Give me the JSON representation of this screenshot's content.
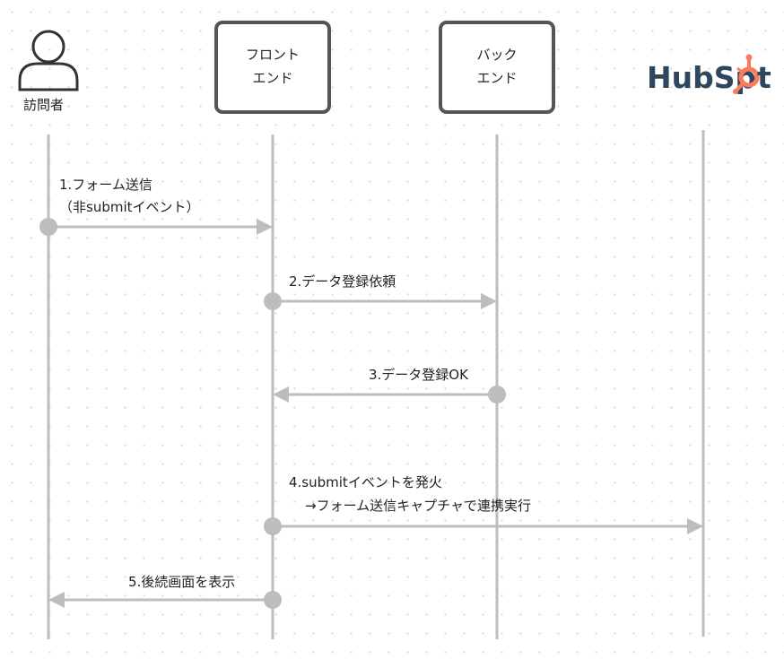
{
  "participants": {
    "visitor": {
      "label": "訪問者"
    },
    "frontend": {
      "line1": "フロント",
      "line2": "エンド"
    },
    "backend": {
      "line1": "バック",
      "line2": "エンド"
    },
    "hubspot": {
      "logo_text": "HubSpot"
    }
  },
  "colors": {
    "lifeline": "#bdbdbd",
    "box_border": "#555555",
    "actor": "#333333",
    "hubspot_text": "#2e475d",
    "hubspot_accent": "#ff7a59"
  },
  "messages": [
    {
      "line1": "1.フォーム送信",
      "line2": "（非submitイベント）"
    },
    {
      "line1": "2.データ登録依頼"
    },
    {
      "line1": "3.データ登録OK"
    },
    {
      "line1": "4.submitイベントを発火",
      "line2": "→フォーム送信キャプチャで連携実行"
    },
    {
      "line1": "5.後続画面を表示"
    }
  ]
}
